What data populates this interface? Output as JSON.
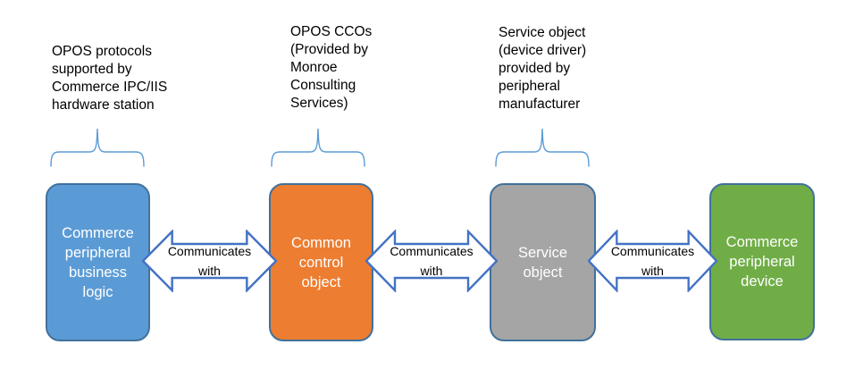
{
  "colors": {
    "background": "#ffffff",
    "node_border": "#41719c",
    "node_text": "#ffffff",
    "arrow_fill": "#ffffff",
    "arrow_border": "#4472c4",
    "arrow_label_text": "#000000",
    "annotation_text": "#000000",
    "brace": "#5b9bd5",
    "node_blue": "#5b9bd5",
    "node_orange": "#ed7d31",
    "node_gray": "#a5a5a5",
    "node_green": "#70ad47"
  },
  "annotations": [
    {
      "text": "OPOS protocols\nsupported by\nCommerce IPC/IIS\nhardware station"
    },
    {
      "text": "OPOS CCOs\n(Provided by\nMonroe\nConsulting\nServices)"
    },
    {
      "text": "Service object\n(device driver)\nprovided by\nperipheral\nmanufacturer"
    }
  ],
  "nodes": [
    {
      "label": "Commerce\nperipheral\nbusiness\nlogic",
      "fill": "#5b9bd5"
    },
    {
      "label": "Common\ncontrol\nobject",
      "fill": "#ed7d31"
    },
    {
      "label": "Service\nobject",
      "fill": "#a5a5a5"
    },
    {
      "label": "Commerce\nperipheral\ndevice",
      "fill": "#70ad47"
    }
  ],
  "connectors": [
    {
      "label": "Communicates\nwith"
    },
    {
      "label": "Communicates\nwith"
    },
    {
      "label": "Communicates\nwith"
    }
  ]
}
